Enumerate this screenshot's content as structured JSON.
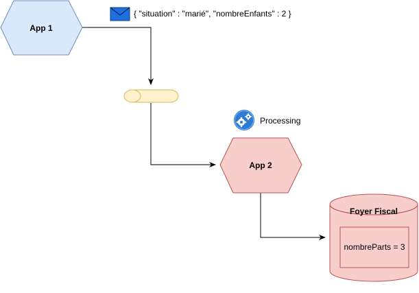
{
  "nodes": {
    "app1": {
      "label": "App 1"
    },
    "app2": {
      "label": "App 2"
    },
    "foyer": {
      "label": "Foyer Fiscal",
      "attribute": "nombreParts = 3"
    }
  },
  "message": {
    "text": "{ \"situation\" : \"marié\", \"nombreEnfants\" : 2 }"
  },
  "processing": {
    "label": "Processing"
  },
  "icons": {
    "envelope": "envelope-icon",
    "queue": "queue-cylinder-icon",
    "processing": "gears-icon"
  },
  "colors": {
    "app1_fill": "#dae8fc",
    "app1_stroke": "#6c8ebf",
    "app2_fill": "#f8cecc",
    "app2_stroke": "#b85450",
    "queue_fill": "#fff2cc",
    "queue_stroke": "#d6b656",
    "envelope_fill": "#1f6fe0",
    "gear_blue": "#2c7bd6"
  }
}
